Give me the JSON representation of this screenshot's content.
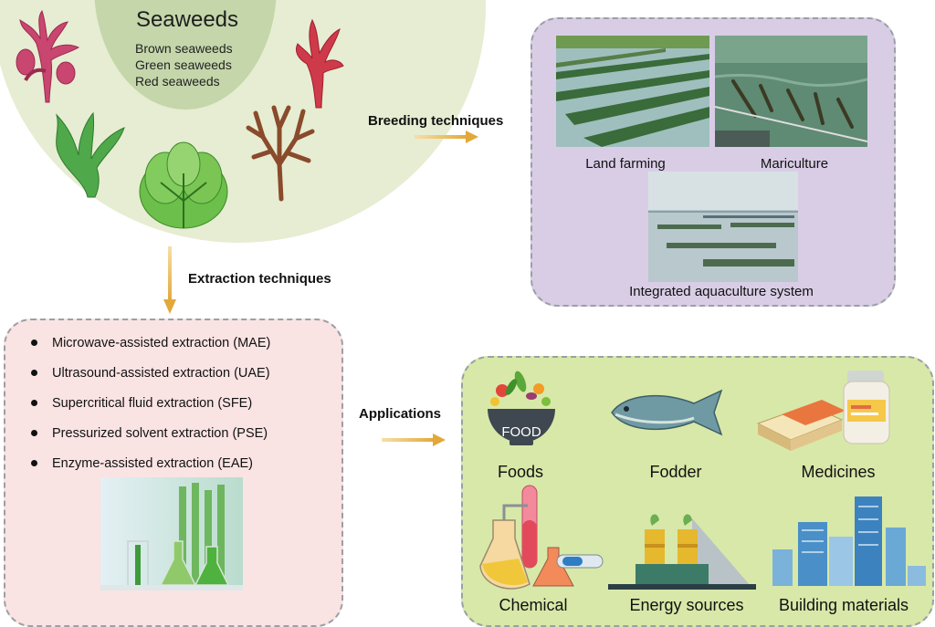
{
  "seaweeds": {
    "title": "Seaweeds",
    "types": [
      "Brown seaweeds",
      "Green seaweeds",
      "Red seaweeds"
    ]
  },
  "arrows": {
    "breeding": "Breeding techniques",
    "extraction": "Extraction techniques",
    "applications": "Applications"
  },
  "breeding": {
    "captions": [
      "Land farming",
      "Mariculture",
      "Integrated aquaculture system"
    ]
  },
  "extraction": {
    "methods": [
      "Microwave-assisted extraction (MAE)",
      "Ultrasound-assisted extraction (UAE)",
      "Supercritical fluid extraction (SFE)",
      "Pressurized solvent extraction (PSE)",
      "Enzyme-assisted extraction (EAE)"
    ]
  },
  "applications": {
    "food_badge": "FOOD",
    "items": [
      "Foods",
      "Fodder",
      "Medicines",
      "Chemical",
      "Energy sources",
      "Building materials"
    ]
  },
  "colors": {
    "seaweed_bg": "#e6edd2",
    "seaweed_inner": "#c4d6aa",
    "breeding_bg": "#d9cde6",
    "extraction_bg": "#fae3e3",
    "applications_bg": "#d8e8a8",
    "arrow": "#e8b24a"
  }
}
